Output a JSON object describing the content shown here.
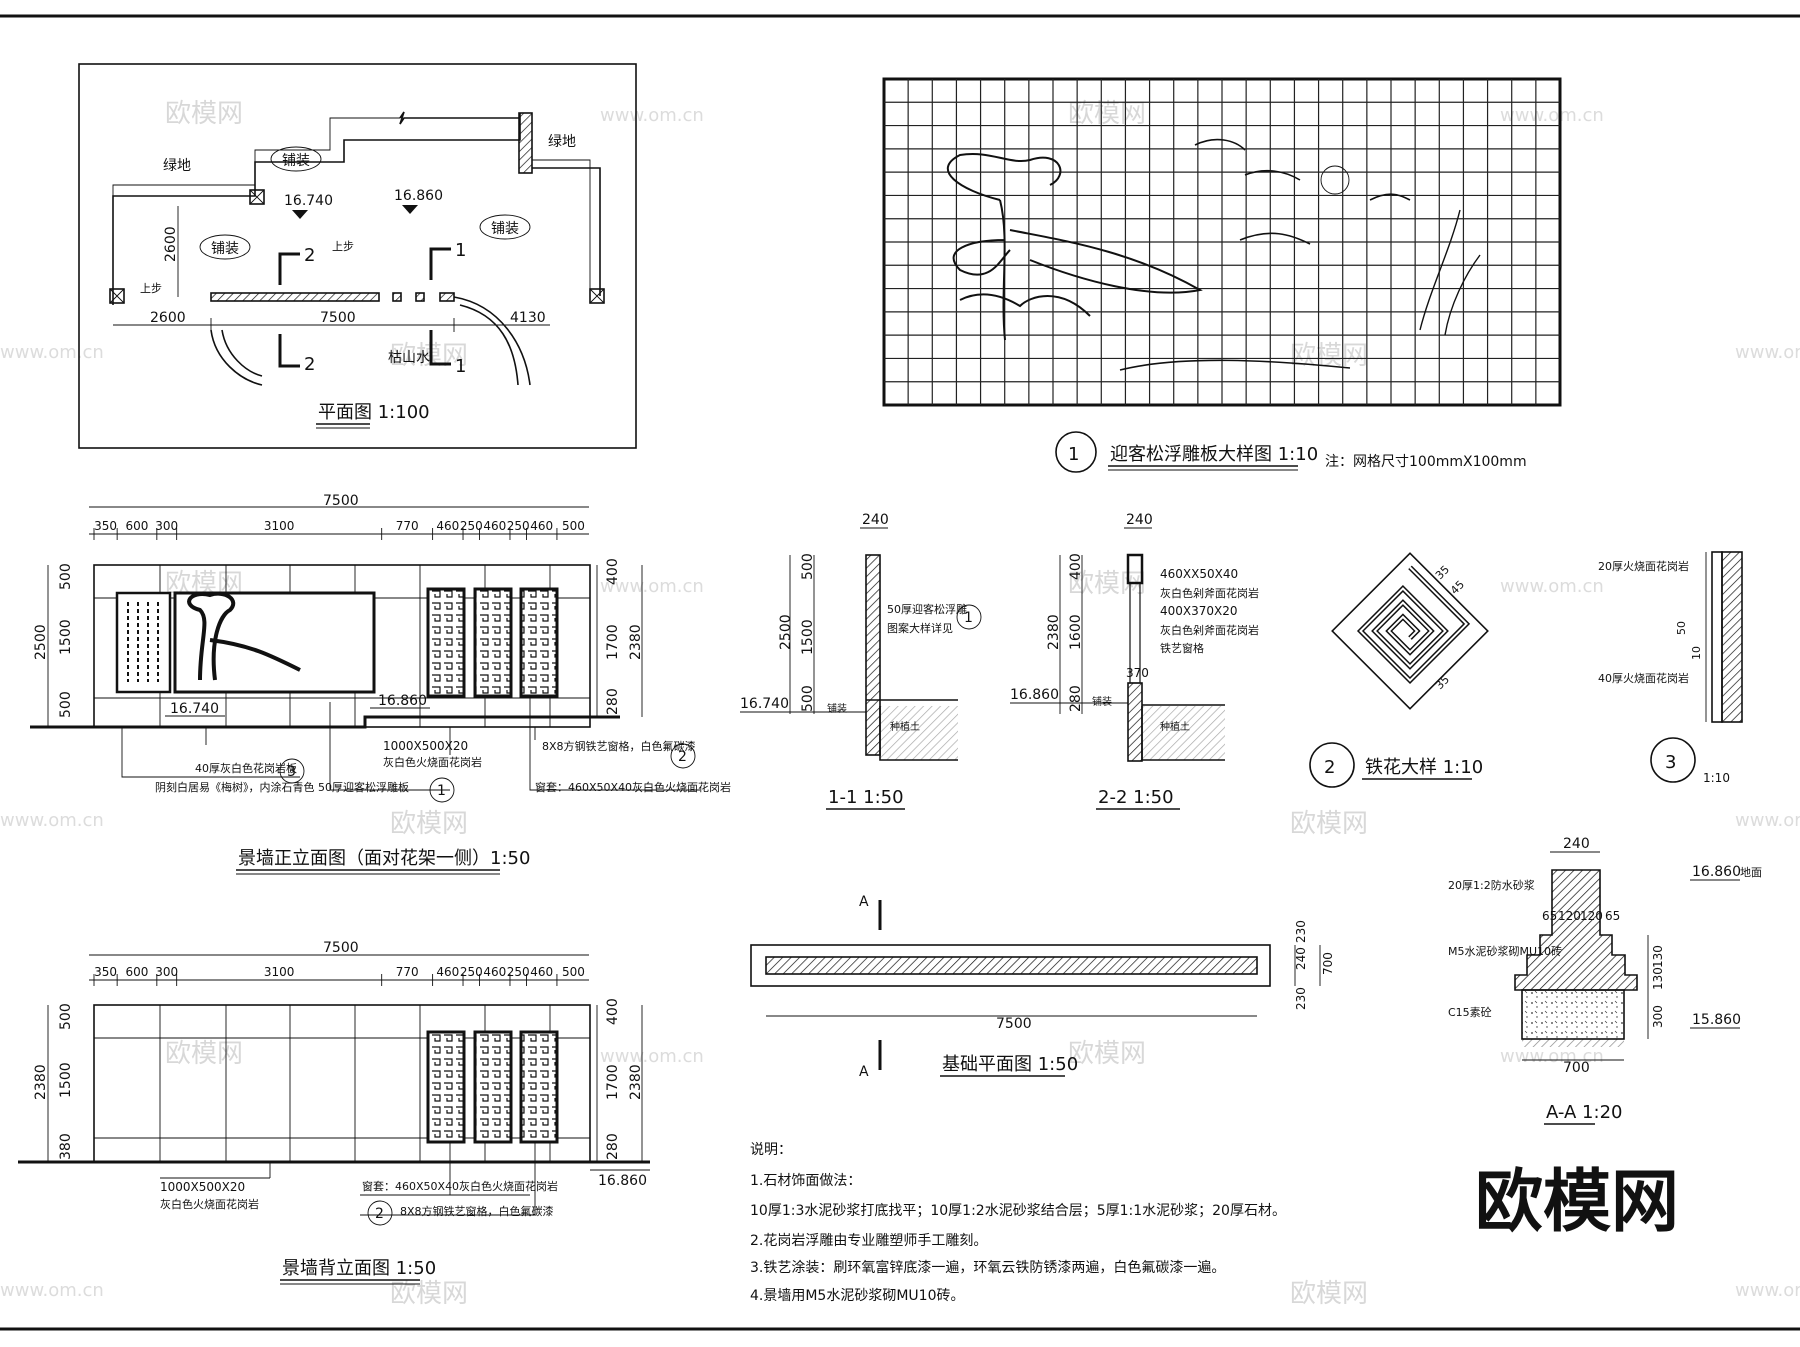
{
  "plan": {
    "title": "平面图 1:100",
    "labels": {
      "green_left": "绿地",
      "green_right": "绿地",
      "paving_1": "铺装",
      "paving_2": "铺装",
      "paving_3": "铺装",
      "dry_stream": "枯山水",
      "step_up_1": "上步",
      "step_up_2": "上步"
    },
    "levels": [
      "16.740",
      "16.860"
    ],
    "dims": [
      "2600",
      "7500",
      "4130",
      "2600"
    ],
    "section_marks": [
      "1",
      "1",
      "2",
      "2"
    ]
  },
  "panel_detail": {
    "marker": "1",
    "title": "迎客松浮雕板大样图 1:10",
    "note": "注：网格尺寸100mmX100mm"
  },
  "front_elev": {
    "title": "景墙正立面图（面对花架一侧）1:50",
    "top_dim": "7500",
    "segments": [
      "350",
      "600",
      "300",
      "3100",
      "770",
      "460",
      "250",
      "460",
      "250",
      "460",
      "500"
    ],
    "left_dims": [
      "500",
      "1500",
      "500"
    ],
    "left_total": "2500",
    "right_dims": [
      "400",
      "1700",
      "280"
    ],
    "right_total": "2380",
    "levels": [
      "16.740",
      "16.860"
    ],
    "notes": {
      "a": "1000X500X20",
      "b": "灰白色火烧面花岗岩",
      "c": "8X8方钢铁艺窗格，白色氟碳漆",
      "d": "窗套：460X50X40灰白色火烧面花岗岩",
      "e": "40厚灰白色花岗岩板",
      "f": "阴刻白居易《梅树》，内涂石青色",
      "g": "50厚迎客松浮雕板"
    },
    "markers": [
      "3",
      "2",
      "1"
    ]
  },
  "section11": {
    "title": "1-1 1:50",
    "top_dim": "240",
    "dims": [
      "500",
      "1500",
      "500"
    ],
    "total": "2500",
    "level": "16.740",
    "note_a": "50厚迎客松浮雕",
    "note_b": "图案大样详见",
    "note_c": "铺装",
    "note_d": "种植土",
    "marker": "1"
  },
  "section22": {
    "title": "2-2 1:50",
    "top_dim": "240",
    "dims": [
      "400",
      "1600",
      "370",
      "280"
    ],
    "total": "2380",
    "level": "16.860",
    "notes": [
      "460XX50X40",
      "灰白色剁斧面花岗岩",
      "400X370X20",
      "灰白色剁斧面花岗岩",
      "铁艺窗格"
    ],
    "note_c": "铺装",
    "note_d": "种植土"
  },
  "iron_detail": {
    "marker": "2",
    "title": "铁花大样 1:10",
    "dims": [
      "35",
      "45",
      "35"
    ]
  },
  "detail3": {
    "marker": "3",
    "scale": "1:10",
    "notes": [
      "20厚火烧面花岗岩",
      "40厚火烧面花岗岩"
    ],
    "dims": [
      "50",
      "10"
    ]
  },
  "foundation_plan": {
    "title": "基础平面图 1:50",
    "cut": "A",
    "length": "7500",
    "dims": [
      "230",
      "240",
      "230"
    ],
    "total": "700"
  },
  "section_aa": {
    "title": "A-A 1:20",
    "top_dim": "240",
    "step_dims": [
      "65",
      "120",
      "120",
      "65"
    ],
    "right_dims": [
      "130",
      "130",
      "300"
    ],
    "width": "700",
    "levels": [
      "16.860",
      "15.860"
    ],
    "ground_label": "地面",
    "notes": [
      "20厚1:2防水砂浆",
      "M5水泥砂浆砌MU10砖",
      "C15素砼"
    ]
  },
  "back_elev": {
    "title": "景墙背立面图 1:50",
    "top_dim": "7500",
    "segments": [
      "350",
      "600",
      "300",
      "3100",
      "770",
      "460",
      "250",
      "460",
      "250",
      "460",
      "500"
    ],
    "left_dims": [
      "500",
      "1500",
      "380"
    ],
    "left_total": "2380",
    "right_dims": [
      "400",
      "1700",
      "280"
    ],
    "right_total": "2380",
    "level": "16.860",
    "notes": {
      "a": "1000X500X20",
      "b": "灰白色火烧面花岗岩",
      "c": "窗套：460X50X40灰白色火烧面花岗岩",
      "d": "8X8方钢铁艺窗格，白色氟碳漆"
    },
    "marker": "2"
  },
  "notes": {
    "heading": "说明：",
    "items": [
      "1.石材饰面做法：",
      "10厚1:3水泥砂浆打底找平；10厚1:2水泥砂浆结合层；5厚1:1水泥砂浆；20厚石材。",
      "2.花岗岩浮雕由专业雕塑师手工雕刻。",
      "3.铁艺涂装：刷环氧富锌底漆一遍，环氧云铁防锈漆两遍，白色氟碳漆一遍。",
      "4.景墙用M5水泥砂浆砌MU10砖。"
    ]
  },
  "watermark": {
    "brand": "欧模网",
    "url": "www.om.cn",
    "big": "欧模网"
  }
}
